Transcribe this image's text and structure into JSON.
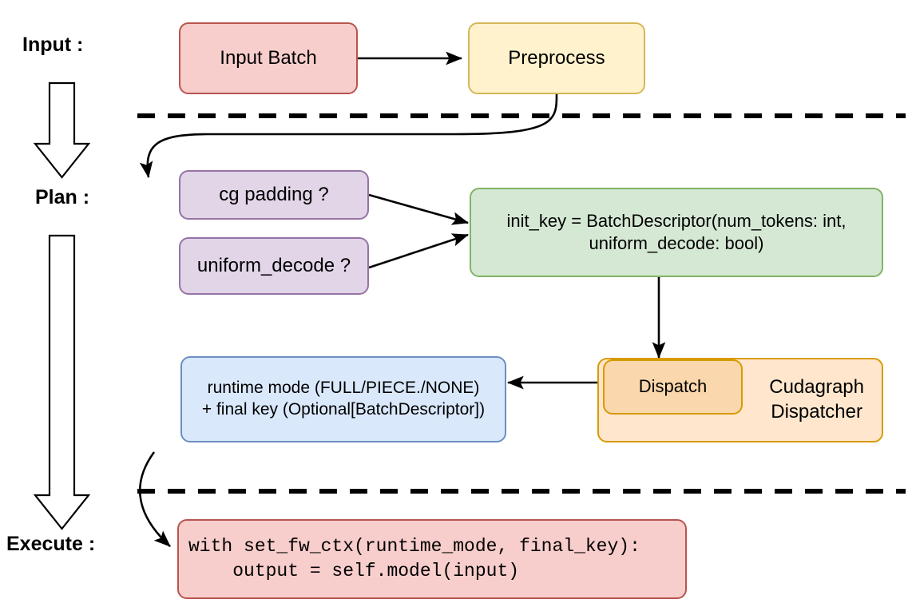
{
  "diagram": {
    "title_hidden": "",
    "stages": [
      {
        "id": "input",
        "label": "Input :"
      },
      {
        "id": "plan",
        "label": "Plan :"
      },
      {
        "id": "execute",
        "label": "Execute :"
      }
    ],
    "nodes": [
      {
        "id": "input-batch",
        "label": "Input Batch",
        "color": "#f8cecc",
        "border": "#b85450"
      },
      {
        "id": "preprocess",
        "label": "Preprocess",
        "color": "#fff2cc",
        "border": "#d6b656"
      },
      {
        "id": "cg-padding",
        "label": "cg padding ?",
        "color": "#e1d5e7",
        "border": "#9673a6"
      },
      {
        "id": "uniform-decode",
        "label": "uniform_decode ?",
        "color": "#e1d5e7",
        "border": "#9673a6"
      },
      {
        "id": "init-key",
        "label": "init_key = BatchDescriptor(num_tokens: int,\nuniform_decode: bool)",
        "color": "#d5e8d4",
        "border": "#82b366"
      },
      {
        "id": "cudagraph-dispatcher",
        "label": "Cudagraph\nDispatcher",
        "color": "#ffe6cc",
        "border": "#d79b00"
      },
      {
        "id": "dispatch",
        "label": "Dispatch",
        "color": "#fad7ac",
        "border": "#d79b00"
      },
      {
        "id": "runtime-mode",
        "label": "runtime mode (FULL/PIECE./NONE)\n+ final key (Optional[BatchDescriptor])",
        "color": "#dae8fc",
        "border": "#6c8ebf"
      },
      {
        "id": "execute-code",
        "label": "with set_fw_ctx(runtime_mode, final_key):\n    output = self.model(input)",
        "color": "#f8cecc",
        "border": "#b85450"
      }
    ],
    "edges": [
      {
        "from": "input-batch",
        "to": "preprocess",
        "style": "straight-arrow"
      },
      {
        "from": "preprocess",
        "to": "cg-padding",
        "style": "curved-arrow"
      },
      {
        "from": "cg-padding",
        "to": "init-key",
        "style": "straight-arrow"
      },
      {
        "from": "uniform-decode",
        "to": "init-key",
        "style": "straight-arrow"
      },
      {
        "from": "init-key",
        "to": "dispatch",
        "style": "straight-arrow"
      },
      {
        "from": "dispatch",
        "to": "runtime-mode",
        "style": "straight-arrow"
      },
      {
        "from": "runtime-mode",
        "to": "execute-code",
        "style": "curved-arrow"
      }
    ],
    "separators": [
      {
        "id": "input-plan-divider",
        "style": "dashed"
      },
      {
        "id": "plan-execute-divider",
        "style": "dashed"
      }
    ],
    "flow_arrows": [
      {
        "id": "input-to-plan-arrow",
        "direction": "down"
      },
      {
        "id": "plan-to-execute-arrow",
        "direction": "down"
      }
    ]
  }
}
